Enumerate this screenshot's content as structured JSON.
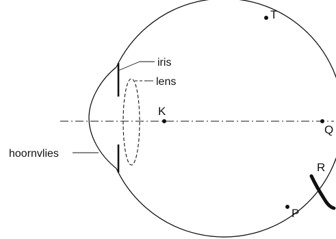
{
  "diagram": {
    "labels": {
      "iris": "iris",
      "lens": "lens",
      "cornea": "hoornvlies",
      "center": "K",
      "point_t": "T",
      "point_q": "Q",
      "point_r": "R",
      "point_p": "P"
    },
    "colors": {
      "stroke": "#111111",
      "background": "#ffffff"
    }
  }
}
